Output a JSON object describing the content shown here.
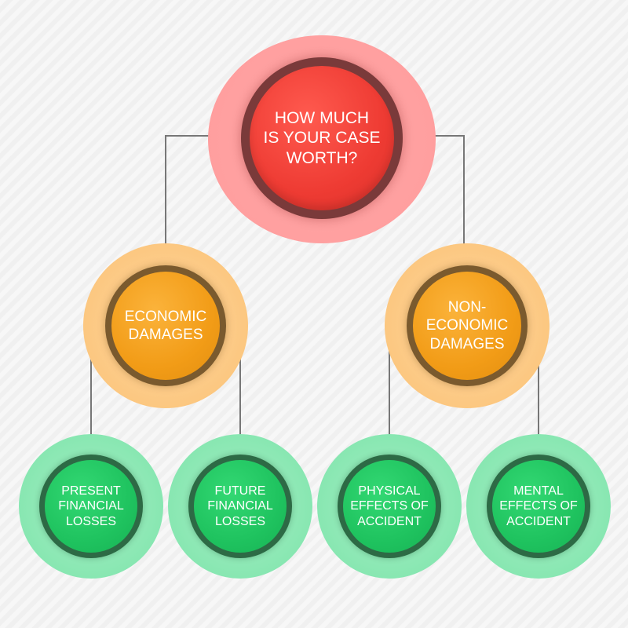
{
  "diagram": {
    "root": {
      "lines": [
        "HOW MUCH",
        "IS YOUR CASE",
        "WORTH?"
      ]
    },
    "branches": [
      {
        "lines": [
          "ECONOMIC",
          "DAMAGES"
        ],
        "children": [
          {
            "lines": [
              "PRESENT",
              "FINANCIAL",
              "LOSSES"
            ]
          },
          {
            "lines": [
              "FUTURE",
              "FINANCIAL",
              "LOSSES"
            ]
          }
        ]
      },
      {
        "lines": [
          "NON-",
          "ECONOMIC",
          "DAMAGES"
        ],
        "children": [
          {
            "lines": [
              "PHYSICAL",
              "EFFECTS OF",
              "ACCIDENT"
            ]
          },
          {
            "lines": [
              "MENTAL",
              "EFFECTS OF",
              "ACCIDENT"
            ]
          }
        ]
      }
    ]
  },
  "colors": {
    "root": "#ee3b33",
    "root_halo": "#ff9f9f",
    "branch": "#f29c17",
    "branch_halo": "#fcc67e",
    "leaf": "#1fc35f",
    "leaf_halo": "#86e6b0",
    "connector": "#777777"
  }
}
